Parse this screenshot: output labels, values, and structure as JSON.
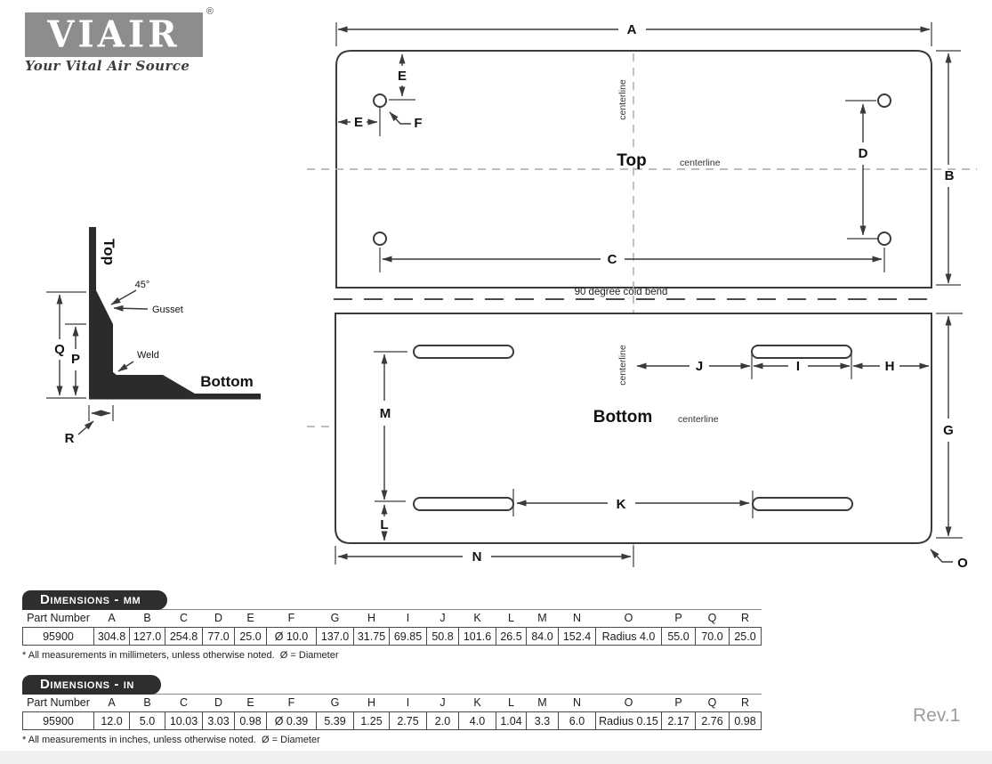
{
  "brand": {
    "name": "VIAIR",
    "registered": "®",
    "tagline": "Your Vital Air Source"
  },
  "drawing": {
    "labels": {
      "A": "A",
      "B": "B",
      "C": "C",
      "D": "D",
      "E": "E",
      "F": "F",
      "G": "G",
      "H": "H",
      "I": "I",
      "J": "J",
      "K": "K",
      "L": "L",
      "M": "M",
      "N": "N",
      "O": "O",
      "P": "P",
      "Q": "Q",
      "R": "R"
    },
    "top_view": {
      "title": "Top",
      "centerline_label": "centerline",
      "centerline_vertical": "centerline"
    },
    "bottom_view": {
      "title": "Bottom",
      "centerline_label": "centerline",
      "centerline_vertical": "centerline"
    },
    "bend_note": "90 degree cold bend",
    "profile": {
      "top_label": "Top",
      "bottom_label": "Bottom",
      "angle_label": "45°",
      "gusset_label": "Gusset",
      "weld_label": "Weld"
    }
  },
  "tables": {
    "mm": {
      "tab": "Dimensions - mm",
      "columns": [
        "Part Number",
        "A",
        "B",
        "C",
        "D",
        "E",
        "F",
        "G",
        "H",
        "I",
        "J",
        "K",
        "L",
        "M",
        "N",
        "O",
        "P",
        "Q",
        "R"
      ],
      "rows": [
        [
          "95900",
          "304.8",
          "127.0",
          "254.8",
          "77.0",
          "25.0",
          "Ø 10.0",
          "137.0",
          "31.75",
          "69.85",
          "50.8",
          "101.6",
          "26.5",
          "84.0",
          "152.4",
          "Radius 4.0",
          "55.0",
          "70.0",
          "25.0"
        ]
      ],
      "footnote": "* All measurements in millimeters, unless otherwise noted.  Ø = Diameter"
    },
    "in": {
      "tab": "Dimensions - in",
      "columns": [
        "Part Number",
        "A",
        "B",
        "C",
        "D",
        "E",
        "F",
        "G",
        "H",
        "I",
        "J",
        "K",
        "L",
        "M",
        "N",
        "O",
        "P",
        "Q",
        "R"
      ],
      "rows": [
        [
          "95900",
          "12.0",
          "5.0",
          "10.03",
          "3.03",
          "0.98",
          "Ø 0.39",
          "5.39",
          "1.25",
          "2.75",
          "2.0",
          "4.0",
          "1.04",
          "3.3",
          "6.0",
          "Radius 0.15",
          "2.17",
          "2.76",
          "0.98"
        ]
      ],
      "footnote": "* All measurements in inches, unless otherwise noted.  Ø = Diameter"
    }
  },
  "revision": "Rev.1"
}
